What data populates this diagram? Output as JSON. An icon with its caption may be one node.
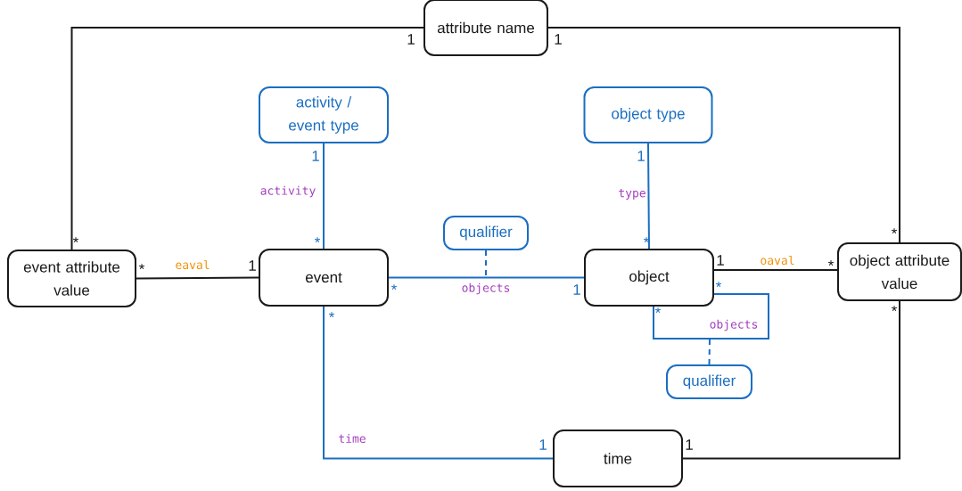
{
  "diagram": {
    "nodes": [
      {
        "text": [
          "attribute name"
        ]
      },
      {
        "text": [
          "activity / event type"
        ]
      },
      {
        "text": [
          "object type"
        ]
      },
      {
        "text": [
          "qualifier"
        ]
      },
      {
        "text": [
          "event attribute value"
        ]
      },
      {
        "text": [
          "event"
        ]
      },
      {
        "text": [
          "object"
        ]
      },
      {
        "text": [
          "object attribute value"
        ]
      },
      {
        "text": [
          "qualifier"
        ]
      },
      {
        "text": [
          "time"
        ]
      }
    ],
    "edges": [
      {
        "from": 0,
        "to": 4,
        "arrow": "none",
        "color": "#1a1a1a"
      },
      {
        "from": 0,
        "to": 7,
        "arrow": "none",
        "color": "#1a1a1a"
      },
      {
        "from": 1,
        "to": 5,
        "arrow": "none",
        "label": "activity"
      },
      {
        "from": 2,
        "to": 6,
        "arrow": "none",
        "label": "type"
      },
      {
        "from": 4,
        "to": 5,
        "arrow": "none",
        "label": "eaval",
        "color": "#1a1a1a"
      },
      {
        "from": 5,
        "to": 6,
        "arrow": "none",
        "label": "objects"
      },
      {
        "from": 3,
        "to": null,
        "arrow": "none",
        "style": "dashed"
      },
      {
        "from": 6,
        "to": 6,
        "arrow": "none",
        "label": "objects"
      },
      {
        "from": 8,
        "to": null,
        "arrow": "none",
        "style": "dashed"
      },
      {
        "from": 6,
        "to": 7,
        "arrow": "none",
        "label": "oaval",
        "color": "#1a1a1a"
      },
      {
        "from": 5,
        "to": 9,
        "arrow": "none",
        "label": "time"
      },
      {
        "from": 9,
        "to": 7,
        "arrow": "none",
        "color": "#1a1a1a"
      }
    ],
    "labels": [
      "1",
      "1",
      "1",
      "1",
      "*",
      "*",
      "*",
      "*",
      "*",
      "1",
      "*",
      "1",
      "*",
      "1",
      "*",
      "*",
      "*",
      "*",
      "1",
      "1"
    ]
  }
}
